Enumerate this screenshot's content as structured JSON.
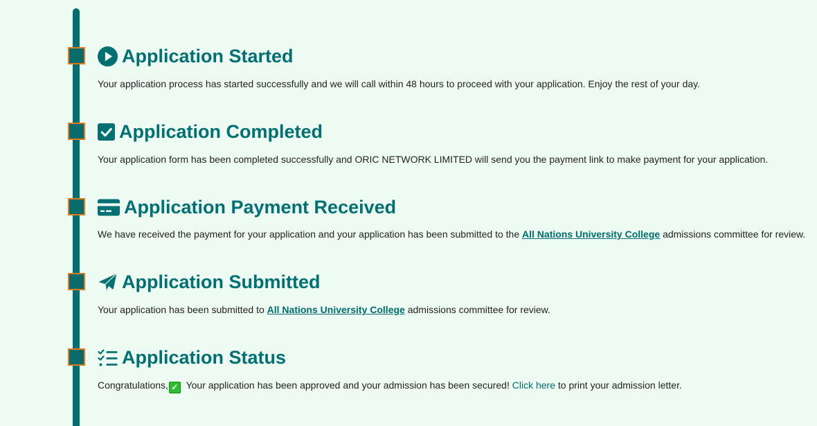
{
  "steps": [
    {
      "title": "Application Started",
      "icon": "play-circle-icon",
      "description": "Your application process has started successfully and we will call within 48 hours to proceed with your application. Enjoy the rest of your day."
    },
    {
      "title": "Application Completed",
      "icon": "check-square-icon",
      "description": "Your application form has been completed successfully and ORIC NETWORK LIMITED will send you the payment link to make payment for your application."
    },
    {
      "title": "Application Payment Received",
      "icon": "credit-card-icon",
      "description_before": "We have received the payment for your application and your application has been submitted to the ",
      "link": "All Nations University College",
      "description_after": " admissions committee for review."
    },
    {
      "title": "Application Submitted",
      "icon": "paper-plane-icon",
      "description_before": "Your application has been submitted to ",
      "link": "All Nations University College",
      "description_after": " admissions committee for review."
    },
    {
      "title": "Application Status",
      "icon": "list-check-icon",
      "description_before": "Congratulations,",
      "check_emoji": "✓",
      "description_middle": " Your application has been approved and your admission has been secured! ",
      "link": "Click here",
      "description_after": " to print your admission letter."
    }
  ],
  "colors": {
    "background": "#edfbf2",
    "accent": "#007073",
    "marker_border": "#e07a1f",
    "emoji_green": "#2ebd2e"
  }
}
